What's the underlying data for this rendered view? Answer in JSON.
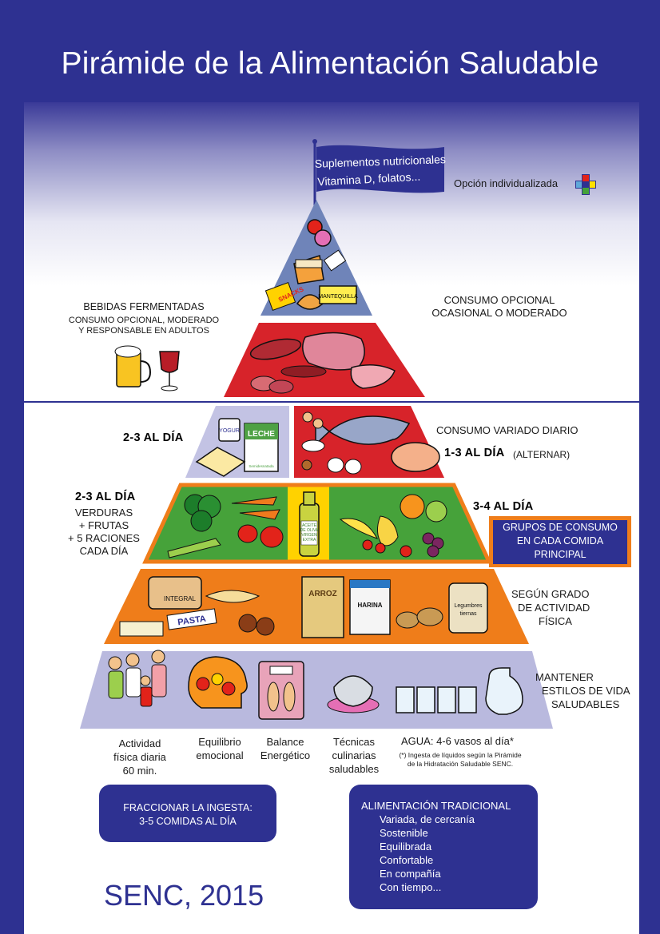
{
  "title": "Pirámide de la Alimentación Saludable",
  "flag": {
    "line1": "Suplementos nutricionales",
    "line2": "Vitamina D, folatos..."
  },
  "opcion_individualizada": "Opción individualizada",
  "bebidas": {
    "title": "BEBIDAS FERMENTADAS",
    "line1": "CONSUMO OPCIONAL, MODERADO",
    "line2": "Y RESPONSABLE EN ADULTOS"
  },
  "consumo_opcional": {
    "line1": "CONSUMO OPCIONAL",
    "line2": "OCASIONAL O MODERADO"
  },
  "lacteos_freq": "2-3  AL DÍA",
  "variado": {
    "line1": "CONSUMO VARIADO DIARIO",
    "freq": "1-3  AL DÍA",
    "note": "(ALTERNAR)"
  },
  "verduras": {
    "freq": "2-3  AL DÍA",
    "l1": "VERDURAS",
    "l2": "+ FRUTAS",
    "l3": "+ 5 RACIONES",
    "l4": "CADA DÍA"
  },
  "frutas_freq": "3-4  AL DÍA",
  "grupos": {
    "l1": "GRUPOS DE CONSUMO",
    "l2": "EN CADA COMIDA",
    "l3": "PRINCIPAL"
  },
  "segun": {
    "l1": "SEGÚN GRADO",
    "l2": "DE ACTIVIDAD",
    "l3": "FÍSICA"
  },
  "mantener": {
    "l1": "MANTENER",
    "l2": "ESTILOS DE VIDA",
    "l3": "SALUDABLES"
  },
  "habitos": {
    "actividad": {
      "l1": "Actividad",
      "l2": "física diaria",
      "l3": "60 min."
    },
    "equilibrio": {
      "l1": "Equilibrio",
      "l2": "emocional"
    },
    "balance": {
      "l1": "Balance",
      "l2": "Energético"
    },
    "tecnicas": {
      "l1": "Técnicas",
      "l2": "culinarias",
      "l3": "saludables"
    },
    "agua": "AGUA: 4-6 vasos al día*",
    "nota1": "(*) Ingesta de líquidos según la Pirámide",
    "nota2": "de la Hidratación Saludable SENC."
  },
  "food_labels": {
    "yogur": "YOGUR",
    "leche": "LECHE",
    "snacks": "SNACKS",
    "aceite1": "ACEITE",
    "aceite2": "DE OLIVA",
    "aceite3": "VIRGEN",
    "aceite4": "EXTRA",
    "integral": "INTEGRAL",
    "pasta": "PASTA",
    "arroz": "ARROZ",
    "harina": "HARINA",
    "legumbres1": "Legumbres",
    "legumbres2": "tiernas",
    "mantequilla": "MANTEQUILLA",
    "semi": "Semidesnatada"
  },
  "fraccionar": {
    "l1": "FRACCIONAR LA INGESTA:",
    "l2": "3-5 COMIDAS AL DÍA"
  },
  "tradicional": {
    "title": "ALIMENTACIÓN TRADICIONAL",
    "items": [
      "Variada, de cercanía",
      "Sostenible",
      "Equilibrada",
      "Confortable",
      "En compañía",
      "Con tiempo..."
    ]
  },
  "footer": "SENC, 2015",
  "colors": {
    "navy": "#2e3191",
    "tier_top": "#6f84b9",
    "tier_red": "#d7232a",
    "tier_lilac": "#c3c3e4",
    "tier_green": "#46a23a",
    "tier_orange": "#ef7d1a",
    "tier_base": "#b9b9de"
  }
}
